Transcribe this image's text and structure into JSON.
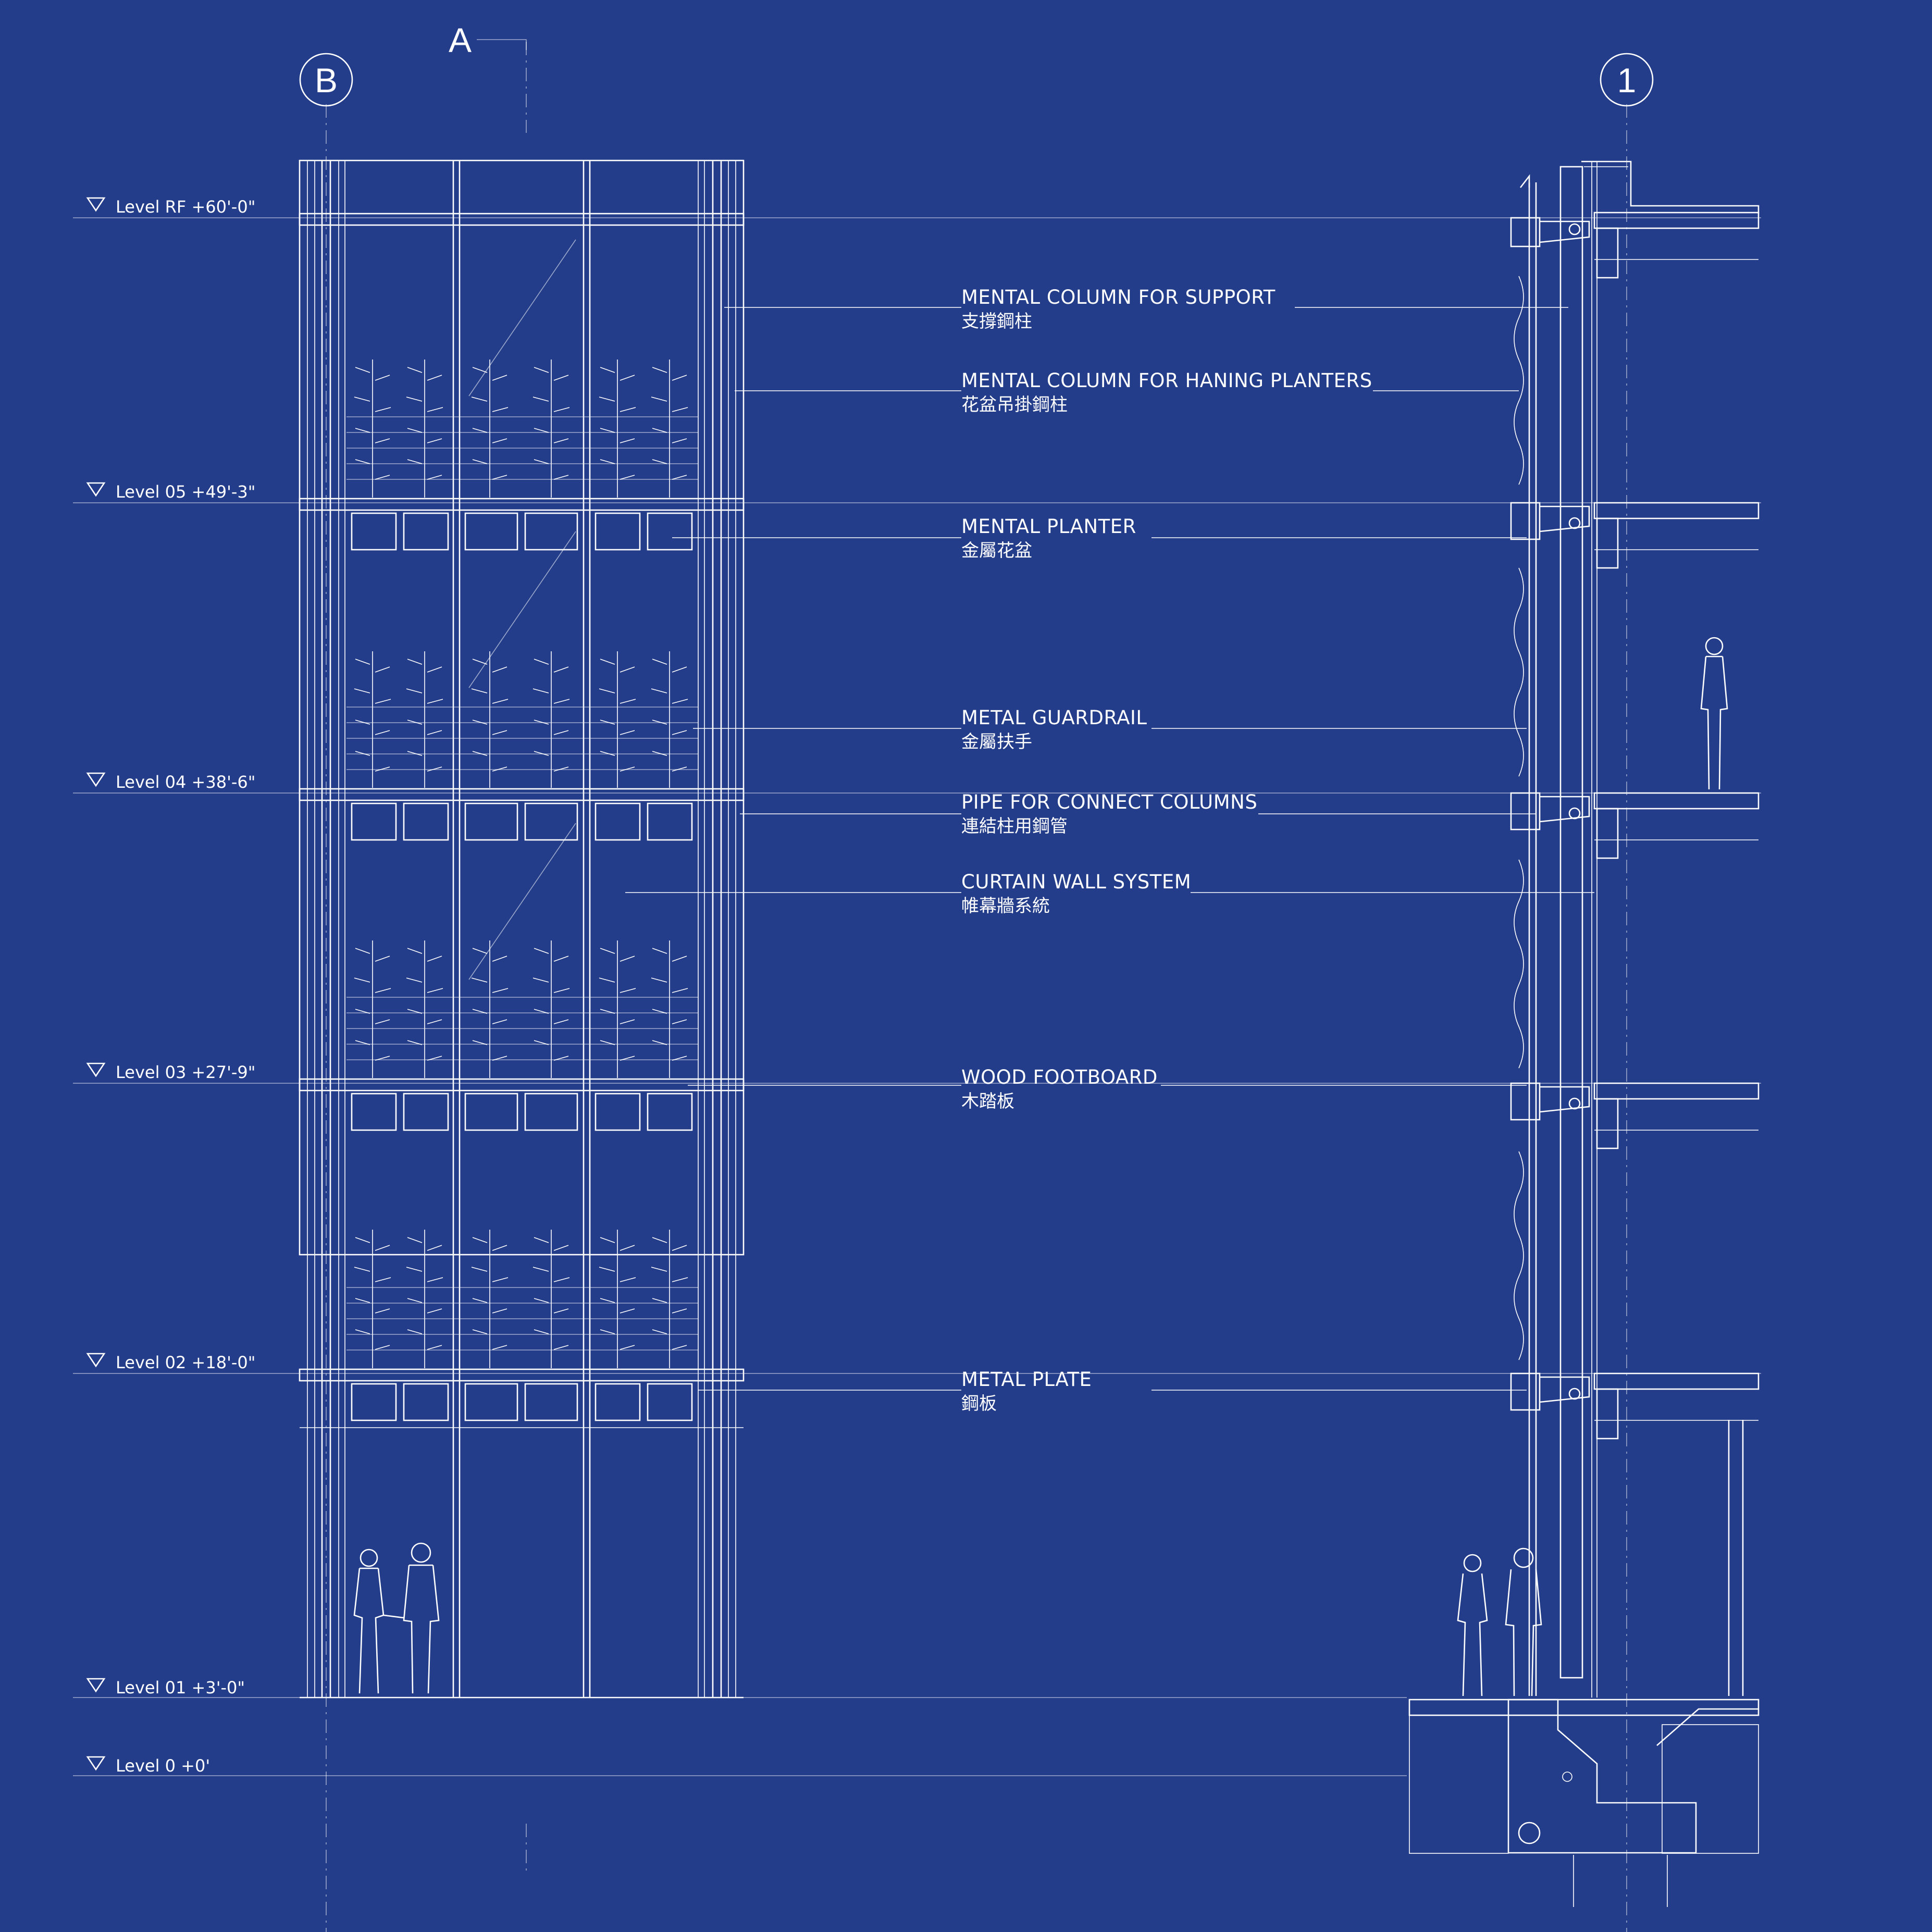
{
  "grid_markers": {
    "left_bubble": "B",
    "section_marker": "A",
    "right_bubble": "1"
  },
  "levels": [
    {
      "label": "Level RF +60'-0\""
    },
    {
      "label": "Level 05 +49'-3\""
    },
    {
      "label": "Level 04 +38'-6\""
    },
    {
      "label": "Level 03 +27'-9\""
    },
    {
      "label": "Level 02 +18'-0\""
    },
    {
      "label": "Level 01 +3'-0\""
    },
    {
      "label": "Level 0 +0'"
    }
  ],
  "callouts": [
    {
      "en": "MENTAL COLUMN FOR SUPPORT",
      "zh": "支撐鋼柱"
    },
    {
      "en": "MENTAL COLUMN FOR HANING PLANTERS",
      "zh": "花盆吊掛鋼柱"
    },
    {
      "en": "MENTAL PLANTER",
      "zh": "金屬花盆"
    },
    {
      "en": "METAL GUARDRAIL",
      "zh": "金屬扶手"
    },
    {
      "en": "PIPE FOR CONNECT COLUMNS",
      "zh": "連結柱用鋼管"
    },
    {
      "en": "CURTAIN WALL SYSTEM",
      "zh": "帷幕牆系統"
    },
    {
      "en": "WOOD FOOTBOARD",
      "zh": "木踏板"
    },
    {
      "en": "METAL PLATE",
      "zh": "鋼板"
    }
  ],
  "colors": {
    "background": "#233d8a",
    "linework": "#ffffff"
  }
}
